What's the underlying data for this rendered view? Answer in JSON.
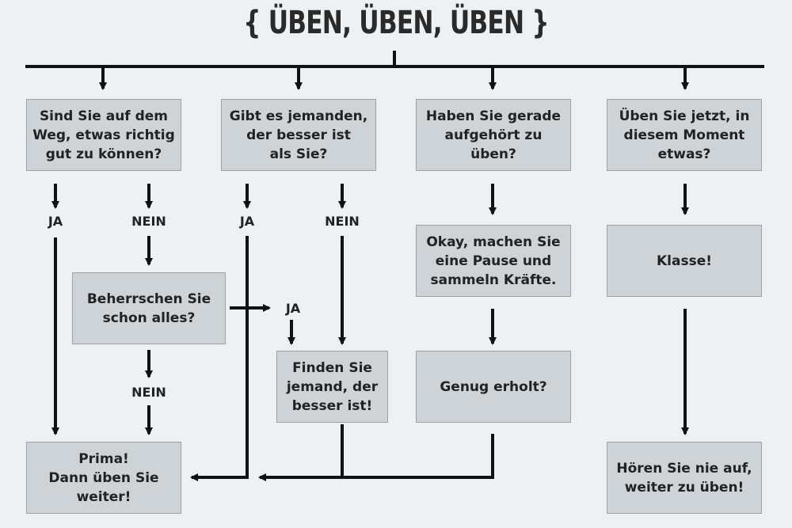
{
  "title": "{ ÜBEN, ÜBEN, ÜBEN }",
  "colors": {
    "background": "#edf1f3",
    "box_fill": "#ced3d8",
    "line": "#111111",
    "text": "#222222"
  },
  "boxes": {
    "q_on_the_way": "Sind Sie auf dem\nWeg, etwas richtig\ngut zu können?",
    "q_someone_better": "Gibt es jemanden,\nder besser ist\nals Sie?",
    "q_just_stopped": "Haben Sie gerade\naufgehört zu\nüben?",
    "q_practicing_now": "Üben Sie jetzt, in\ndiesem Moment\netwas?",
    "q_master_all": "Beherrschen Sie\nschon alles?",
    "a_take_break": "Okay, machen Sie\neine Pause und\nsammeln Kräfte.",
    "a_great": "Klasse!",
    "a_find_someone": "Finden Sie\njemand, der\nbesser ist!",
    "q_recovered": "Genug erholt?",
    "a_prima": "Prima!\nDann üben Sie\nweiter!",
    "a_never_stop": "Hören Sie nie auf,\nweiter zu üben!"
  },
  "labels": {
    "ja_1": "JA",
    "nein_1": "NEIN",
    "ja_2": "JA",
    "nein_2": "NEIN",
    "ja_3": "JA",
    "nein_3": "NEIN"
  }
}
